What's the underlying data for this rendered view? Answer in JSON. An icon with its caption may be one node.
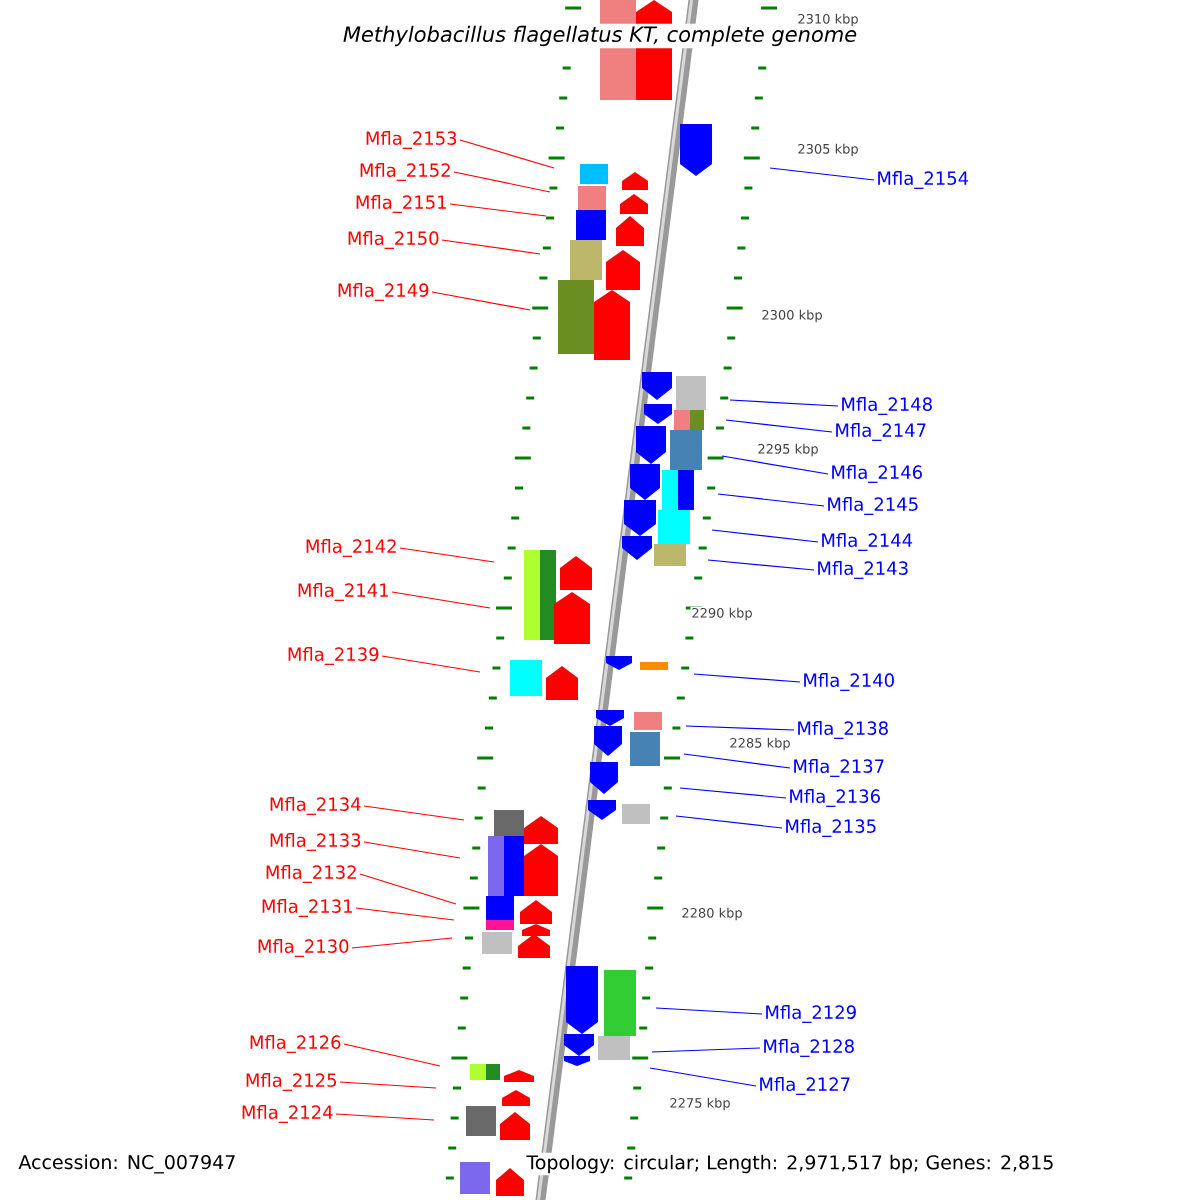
{
  "diagram": {
    "title": "Methylobacillus flagellatus KT, complete genome",
    "nodes": [
      {
        "text": [
          "Mfla_2153"
        ]
      },
      {
        "text": [
          "Mfla_2152"
        ]
      },
      {
        "text": [
          "Mfla_2151"
        ]
      },
      {
        "text": [
          "Mfla_2150"
        ]
      },
      {
        "text": [
          "Mfla_2149"
        ]
      },
      {
        "text": [
          "Mfla_2142"
        ]
      },
      {
        "text": [
          "Mfla_2141"
        ]
      },
      {
        "text": [
          "Mfla_2139"
        ]
      },
      {
        "text": [
          "Mfla_2134"
        ]
      },
      {
        "text": [
          "Mfla_2133"
        ]
      },
      {
        "text": [
          "Mfla_2132"
        ]
      },
      {
        "text": [
          "Mfla_2131"
        ]
      },
      {
        "text": [
          "Mfla_2130"
        ]
      },
      {
        "text": [
          "Mfla_2126"
        ]
      },
      {
        "text": [
          "Mfla_2125"
        ]
      },
      {
        "text": [
          "Mfla_2124"
        ]
      },
      {
        "text": [
          "Mfla_2154"
        ]
      },
      {
        "text": [
          "Mfla_2148"
        ]
      },
      {
        "text": [
          "Mfla_2147"
        ]
      },
      {
        "text": [
          "Mfla_2146"
        ]
      },
      {
        "text": [
          "Mfla_2145"
        ]
      },
      {
        "text": [
          "Mfla_2144"
        ]
      },
      {
        "text": [
          "Mfla_2143"
        ]
      },
      {
        "text": [
          "Mfla_2140"
        ]
      },
      {
        "text": [
          "Mfla_2138"
        ]
      },
      {
        "text": [
          "Mfla_2137"
        ]
      },
      {
        "text": [
          "Mfla_2136"
        ]
      },
      {
        "text": [
          "Mfla_2135"
        ]
      },
      {
        "text": [
          "Mfla_2129"
        ]
      },
      {
        "text": [
          "Mfla_2128"
        ]
      },
      {
        "text": [
          "Mfla_2127"
        ]
      }
    ],
    "edges": [
      {
        "from": 0,
        "to": null,
        "arrow": "none"
      },
      {
        "from": 1,
        "to": null,
        "arrow": "none"
      },
      {
        "from": 2,
        "to": null,
        "arrow": "none"
      },
      {
        "from": 3,
        "to": null,
        "arrow": "none"
      },
      {
        "from": 4,
        "to": null,
        "arrow": "none"
      },
      {
        "from": 5,
        "to": null,
        "arrow": "none"
      },
      {
        "from": 6,
        "to": null,
        "arrow": "none"
      },
      {
        "from": 7,
        "to": null,
        "arrow": "none"
      },
      {
        "from": 8,
        "to": null,
        "arrow": "none"
      },
      {
        "from": 9,
        "to": null,
        "arrow": "none"
      },
      {
        "from": 10,
        "to": null,
        "arrow": "none"
      },
      {
        "from": 11,
        "to": null,
        "arrow": "none"
      },
      {
        "from": 12,
        "to": null,
        "arrow": "none"
      },
      {
        "from": 13,
        "to": null,
        "arrow": "none"
      },
      {
        "from": 14,
        "to": null,
        "arrow": "none"
      },
      {
        "from": 15,
        "to": null,
        "arrow": "none"
      },
      {
        "from": 16,
        "to": null,
        "arrow": "none",
        "color": "#0000ff"
      },
      {
        "from": 17,
        "to": null,
        "arrow": "none",
        "color": "#0000ff"
      },
      {
        "from": 18,
        "to": null,
        "arrow": "none",
        "color": "#0000ff"
      },
      {
        "from": 19,
        "to": null,
        "arrow": "none",
        "color": "#0000ff"
      },
      {
        "from": 20,
        "to": null,
        "arrow": "none",
        "color": "#0000ff"
      },
      {
        "from": 21,
        "to": null,
        "arrow": "none",
        "color": "#0000ff"
      },
      {
        "from": 22,
        "to": null,
        "arrow": "none",
        "color": "#0000ff"
      },
      {
        "from": 23,
        "to": null,
        "arrow": "none",
        "color": "#0000ff"
      },
      {
        "from": 24,
        "to": null,
        "arrow": "none",
        "color": "#0000ff"
      },
      {
        "from": 25,
        "to": null,
        "arrow": "none",
        "color": "#0000ff"
      },
      {
        "from": 26,
        "to": null,
        "arrow": "none",
        "color": "#0000ff"
      },
      {
        "from": 27,
        "to": null,
        "arrow": "none",
        "color": "#0000ff"
      },
      {
        "from": 28,
        "to": null,
        "arrow": "none",
        "color": "#0000ff"
      },
      {
        "from": 29,
        "to": null,
        "arrow": "none",
        "color": "#0000ff"
      },
      {
        "from": 30,
        "to": null,
        "arrow": "none",
        "color": "#0000ff"
      }
    ],
    "labels": [
      "2310 kbp",
      "2305 kbp",
      "2300 kbp",
      "2295 kbp",
      "2290 kbp",
      "2285 kbp",
      "2280 kbp",
      "2275 kbp",
      "Accession: NC_007947",
      "Topology: circular; Length: 2,971,517 bp; Genes: 2,815"
    ]
  }
}
